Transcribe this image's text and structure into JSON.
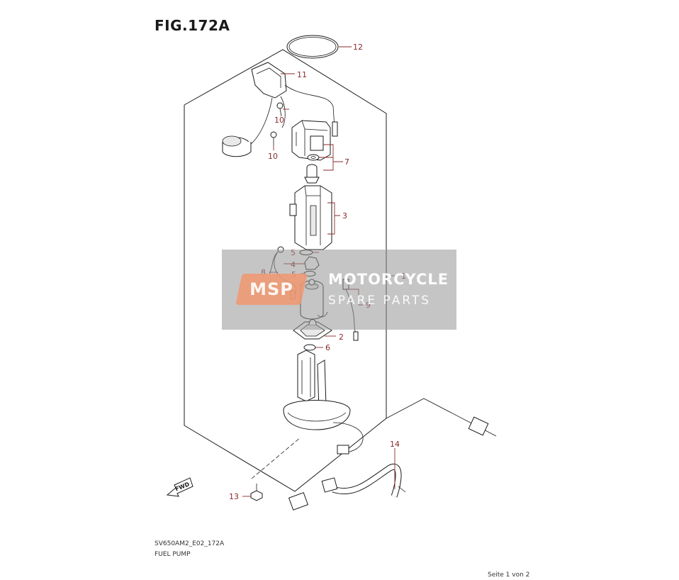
{
  "figure": {
    "title": "FIG.172A"
  },
  "callouts": [
    "12",
    "11",
    "10",
    "10",
    "7",
    "3",
    "5",
    "4",
    "8",
    "5",
    "1",
    "9",
    "2",
    "6",
    "14",
    "13"
  ],
  "fwd_label": "FWD",
  "footer": {
    "code": "SV650AM2_E02_172A",
    "description": "FUEL PUMP",
    "page": "Seite 1 von 2"
  },
  "watermark": {
    "logo": "MSP",
    "line1": "MOTORCYCLE",
    "line2": "SPARE PARTS"
  },
  "colors": {
    "callout": "#8a2a2a",
    "line": "#1a1a1a",
    "watermark_logo": "#f0966e"
  }
}
